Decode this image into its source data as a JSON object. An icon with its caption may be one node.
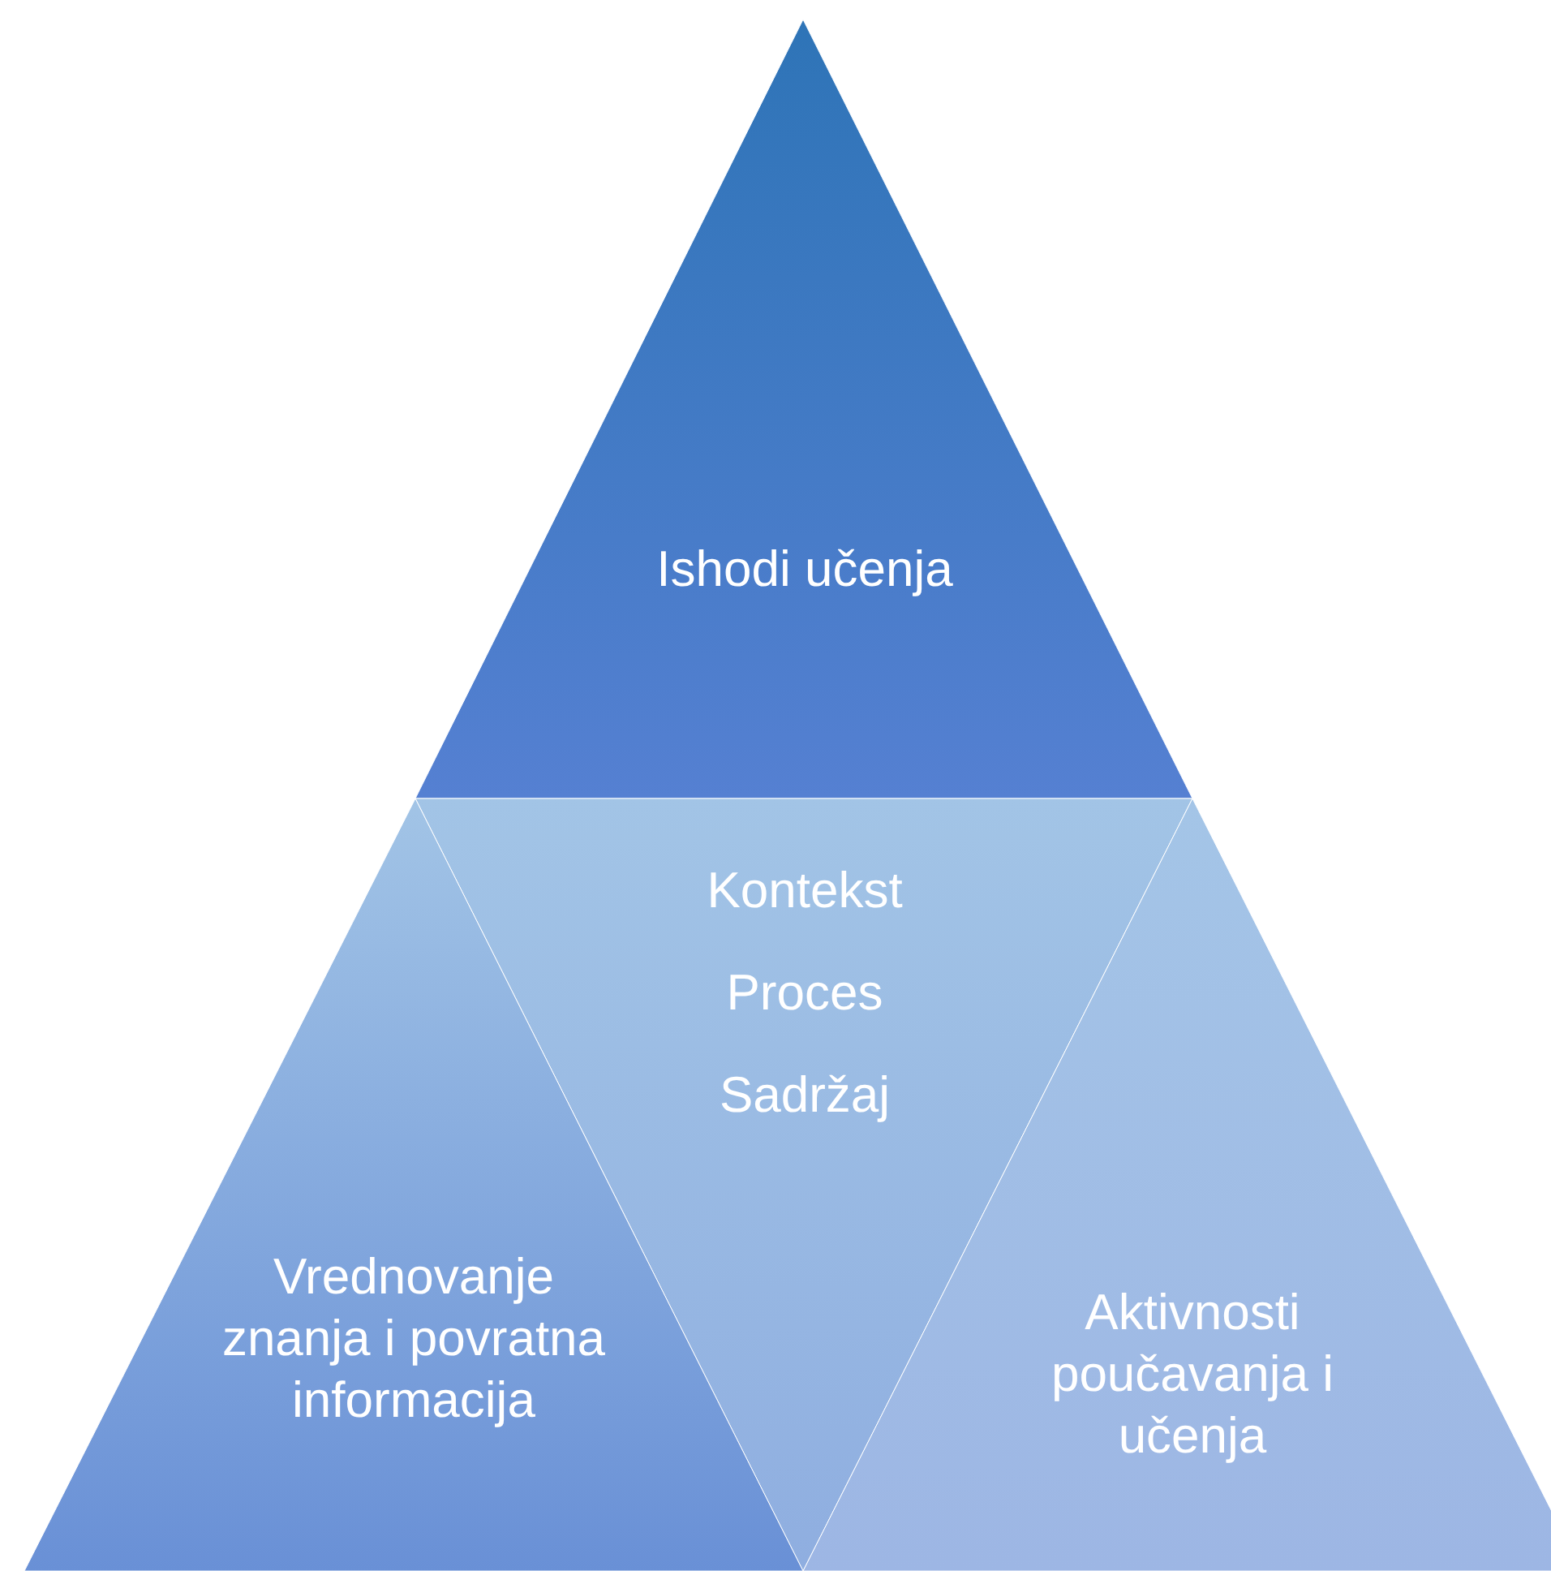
{
  "diagram": {
    "nodes": [
      {
        "text": [
          "Ishodi učenja"
        ]
      },
      {
        "text": [
          "Kontekst",
          "Proces",
          "Sadržaj"
        ]
      },
      {
        "text": [
          "Vrednovanje znanja i povratna informacija"
        ]
      },
      {
        "text": [
          "Aktivnosti poučavanja i učenja"
        ]
      }
    ]
  }
}
